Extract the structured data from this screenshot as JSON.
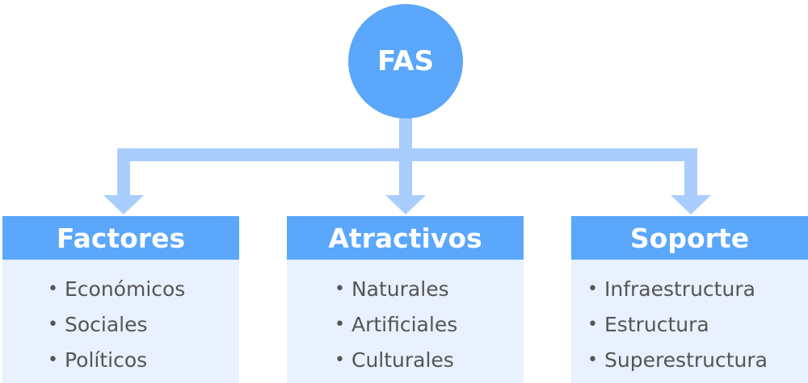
{
  "root": {
    "label": "FAS",
    "color": "#5aa7fb"
  },
  "colors": {
    "header": "#5aa7fb",
    "box": "#e8f1fd",
    "connector": "#a9cdfc",
    "item_text": "#555555"
  },
  "categories": [
    {
      "title": "Factores",
      "items": [
        "Económicos",
        "Sociales",
        "Políticos"
      ]
    },
    {
      "title": "Atractivos",
      "items": [
        "Naturales",
        "Artificiales",
        "Culturales"
      ]
    },
    {
      "title": "Soporte",
      "items": [
        "Infraestructura",
        "Estructura",
        "Superestructura"
      ]
    }
  ]
}
